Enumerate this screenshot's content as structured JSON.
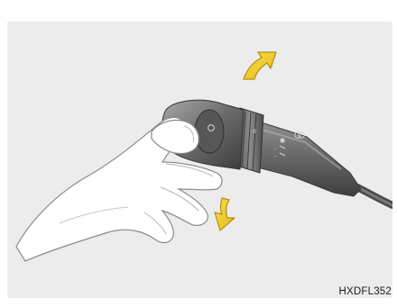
{
  "figure": {
    "code": "HXDFL352",
    "colors": {
      "panel": "#ececec",
      "arrow_fill": "#f2d028",
      "arrow_outline": "#b08f10",
      "stalk_dark": "#4a4a4a",
      "stalk_mid": "#6e6e6e",
      "stalk_light": "#9a9a9a",
      "hand": "#ffffff",
      "hand_outline": "#8a8a8a"
    },
    "icons": [
      "hand-illustration",
      "lever-stalk",
      "arrow-up-icon",
      "arrow-down-icon"
    ]
  }
}
